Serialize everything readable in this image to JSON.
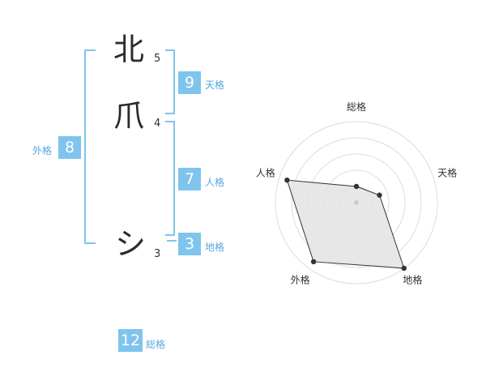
{
  "name": {
    "chars": [
      {
        "char": "北",
        "strokes": "5"
      },
      {
        "char": "爪",
        "strokes": "4"
      },
      {
        "char": "シ",
        "strokes": "3"
      }
    ]
  },
  "kaku": {
    "tenkaku": {
      "value": "9",
      "label": "天格"
    },
    "jinkaku": {
      "value": "7",
      "label": "人格"
    },
    "chikaku": {
      "value": "3",
      "label": "地格"
    },
    "gaikaku": {
      "value": "8",
      "label": "外格"
    },
    "soukaku": {
      "value": "12",
      "label": "総格"
    }
  },
  "radar": {
    "axes": [
      "総格",
      "天格",
      "地格",
      "外格",
      "人格"
    ],
    "values": [
      0.2,
      0.3,
      1.0,
      0.9,
      0.9
    ],
    "rings": 5,
    "colors": {
      "grid": "#dcdcdc",
      "fill": "#e3e3e3",
      "stroke": "#333333",
      "center": "#cccccc"
    }
  }
}
